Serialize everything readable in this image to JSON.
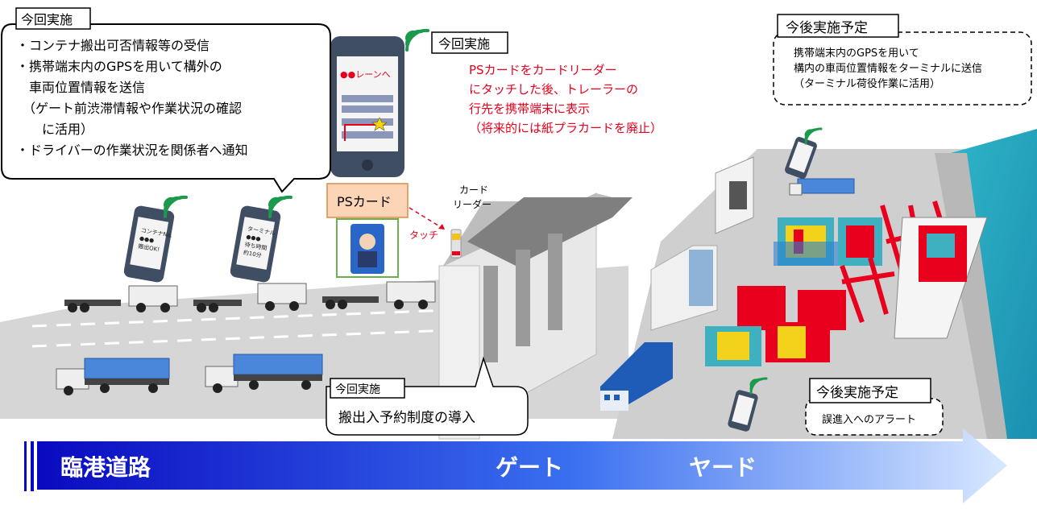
{
  "callouts": {
    "current_top_left": {
      "tag": "今回実施",
      "lines": [
        "・コンテナ搬出可否情報等の受信",
        "・携帯端末内のGPSを用いて構外の",
        "　車両位置情報を送信",
        "　（ゲート前渋滞情報や作業状況の確認",
        "　　に活用）",
        "・ドライバーの作業状況を関係者へ通知"
      ]
    },
    "current_phone": {
      "tag": "今回実施",
      "lines": [
        "PSカードをカードリーダー",
        "にタッチした後、トレーラーの",
        "行先を携帯端末に表示",
        "（将来的には紙プラカードを廃止）"
      ]
    },
    "future_top_right": {
      "tag": "今後実施予定",
      "lines": [
        "携帯端末内のGPSを用いて",
        "構内の車両位置情報をターミナルに送信",
        "（ターミナル荷役作業に活用）"
      ]
    },
    "current_bottom": {
      "tag": "今回実施",
      "text": "搬出入予約制度の導入"
    },
    "future_bottom_right": {
      "tag": "今後実施予定",
      "text": "誤進入へのアラート"
    }
  },
  "phone_screen": {
    "lane_label": "●●レーンへ"
  },
  "small_phone_1": {
    "lines": [
      "コンテナNo.",
      "●●●",
      "搬出OK!"
    ]
  },
  "small_phone_2": {
    "lines": [
      "ターミナル",
      "●●●",
      "待ち時間",
      "約10分"
    ]
  },
  "labels": {
    "ps_card": "PSカード",
    "touch": "タッチ",
    "card_reader": [
      "カード",
      "リーダー"
    ]
  },
  "arrow_bar": {
    "stages": [
      "臨港道路",
      "ゲート",
      "ヤード"
    ]
  },
  "colors": {
    "red_text": "#e8001c",
    "arrow_blue_dark": "#1010c8",
    "arrow_blue_light": "#cde0ff",
    "wifi_green": "#1a9a4a",
    "water": "#3bb7c9"
  }
}
